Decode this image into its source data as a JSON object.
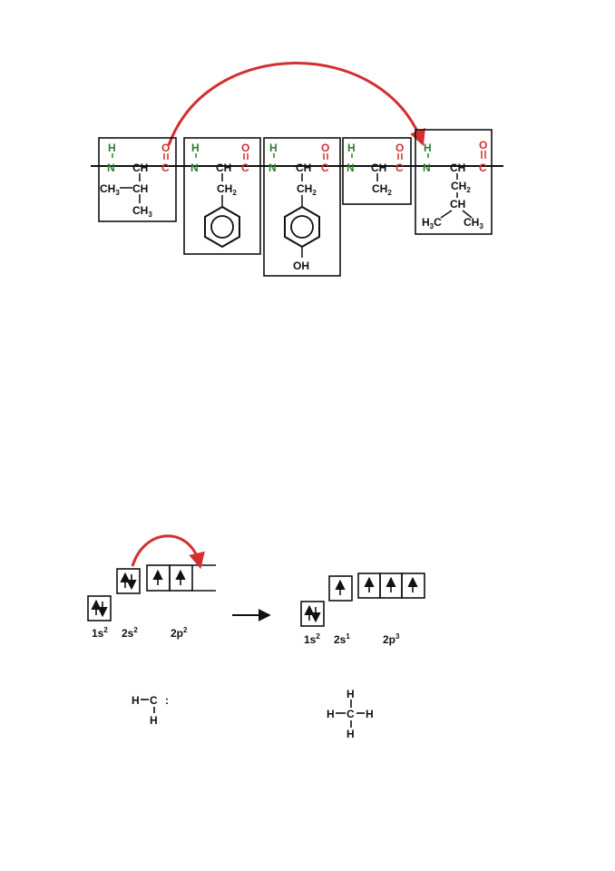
{
  "peptide": {
    "H": "H",
    "N": "N",
    "O": "O",
    "C": "C",
    "CH": "CH",
    "CH3": "CH3",
    "CH2": "CH2",
    "OH": "OH",
    "H3C": "H3C"
  },
  "orbitals": {
    "ground": {
      "s1": "1s",
      "s1_exp": "2",
      "s2": "2s",
      "s2_exp": "2",
      "p2": "2p",
      "p2_exp": "2"
    },
    "excited": {
      "s1": "1s",
      "s1_exp": "2",
      "s2": "2s",
      "s2_exp": "1",
      "p2": "2p",
      "p2_exp": "3"
    }
  },
  "carbene": {
    "H_top": "H",
    "C": "C",
    "colon": ":",
    "H_bottom": "H"
  },
  "methane": {
    "H_top": "H",
    "H_left": "H",
    "C": "C",
    "H_right": "H",
    "H_bottom": "H"
  },
  "colors": {
    "amine": "#2e7d32",
    "carbonyl": "#d32f2f",
    "arrow": "#d32f2f",
    "line": "#111111"
  }
}
